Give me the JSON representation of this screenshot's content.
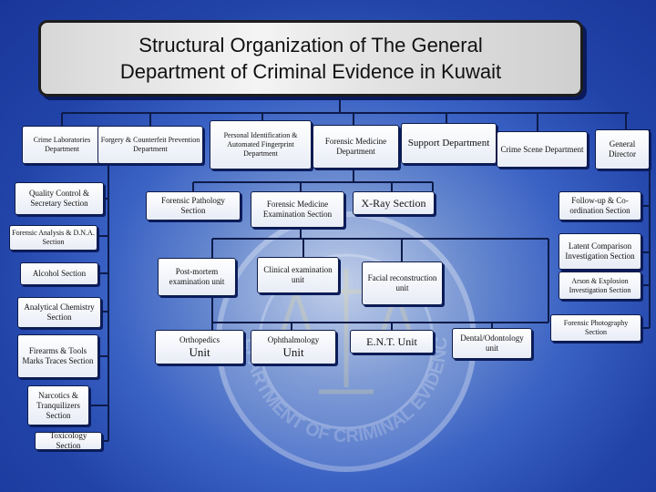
{
  "title": {
    "line1": "Structural Organization of The General",
    "line2": "Department of Criminal Evidence in Kuwait"
  },
  "departments": {
    "crime_lab": "Crime Laboratories Department",
    "forgery": "Forgery & Counterfeit Prevention Department",
    "personal_id": "Personal Identification & Automated Fingerprint Department",
    "forensic_medicine": "Forensic Medicine Department",
    "support": "Support Department",
    "crime_scene": "Crime Scene Department",
    "general_director": "General Director"
  },
  "crime_lab_sections": {
    "quality_control": "Quality Control & Secretary Section",
    "forensic_analysis": "Forensic Analysis & D.N.A. Section",
    "alcohol": "Alcohol Section",
    "analytical_chemistry": "Analytical Chemistry Section",
    "firearms": "Firearms & Tools Marks Traces Section",
    "narcotics": "Narcotics & Tranquilizers Section",
    "toxicology": "Toxicology Section"
  },
  "forensic_sections": {
    "pathology": "Forensic Pathology Section",
    "medicine_exam": "Forensic Medicine Examination Section",
    "xray": "X-Ray Section"
  },
  "units": {
    "post_mortem": "Post-mortem examination unit",
    "clinical": "Clinical examination unit",
    "facial": "Facial reconstruction unit",
    "orthopedics": "Orthopedics",
    "ophthalmology": "Ophthalmology",
    "ent": "E.N.T. Unit",
    "dental": "Dental/Odontology unit",
    "unit_word": "Unit"
  },
  "director_sections": {
    "follow_up": "Follow-up & Co-ordination Section",
    "latent": "Latent Comparison Investigation Section",
    "arson": "Arson & Explosion Investigation Section",
    "photography": "Forensic Photography Section"
  },
  "watermark": {
    "text": "DEPARTMENT OF CRIMINAL EVIDENCE"
  },
  "colors": {
    "background": "#2143a8",
    "box_fill": "#ffffff",
    "line": "#0d1b4a"
  }
}
